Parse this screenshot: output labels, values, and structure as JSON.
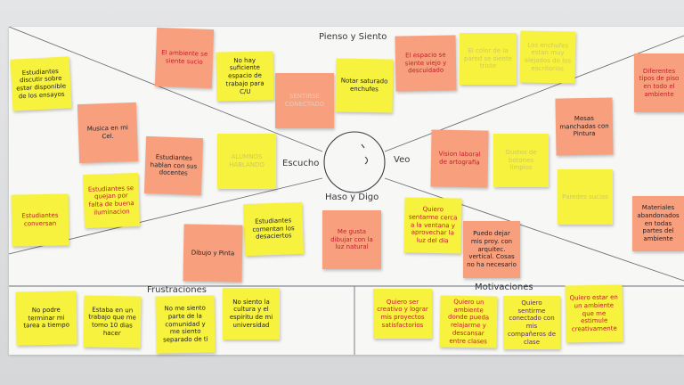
{
  "board": {
    "labels": {
      "top": "Pienso y Siento",
      "left": "Escucho",
      "right": "Veo",
      "bottom": "Haso y Digo",
      "frustrations": "Frustraciones",
      "motivations": "Motivaciones"
    },
    "colors": {
      "yellow_note": "#f7f23e",
      "orange_note": "#f8a07e",
      "board": "#f7f7f5"
    }
  },
  "notes": [
    {
      "text": "Estudiantes discutir sobre estar disponible de los ensayos",
      "color": "yellow",
      "ink": "blk"
    },
    {
      "text": "El ambiente se siente sucio",
      "color": "orange",
      "ink": "red"
    },
    {
      "text": "No hay suficiente espacio de trabajo para C/U",
      "color": "yellow",
      "ink": "blk"
    },
    {
      "text": "SENTIRSE CONECTADO",
      "color": "orange",
      "ink": "pale"
    },
    {
      "text": "Notar saturado enchufes",
      "color": "yellow",
      "ink": "blk"
    },
    {
      "text": "El espacio se siente viejo y descuidado",
      "color": "orange",
      "ink": "red"
    },
    {
      "text": "El color de la pared se siente triste",
      "color": "yellow",
      "ink": "paleg"
    },
    {
      "text": "Los enchufes estan muy alejados de los escritorios",
      "color": "yellow",
      "ink": "paleg"
    },
    {
      "text": "Diferentes tipos de piso en todo el ambiente",
      "color": "orange",
      "ink": "red"
    },
    {
      "text": "Musica en mi Cel.",
      "color": "orange",
      "ink": "blk"
    },
    {
      "text": "Estudiantes hablan con sus docentes",
      "color": "orange",
      "ink": "blk"
    },
    {
      "text": "ALUMNOS HABLANDO",
      "color": "yellow",
      "ink": "paleg"
    },
    {
      "text": "Vision laboral de artografia",
      "color": "orange",
      "ink": "red"
    },
    {
      "text": "Gustos de botones limpios",
      "color": "yellow",
      "ink": "paleg"
    },
    {
      "text": "Mesas manchadas con Pintura",
      "color": "orange",
      "ink": "blk"
    },
    {
      "text": "Estudiantes se quejan por falta de buena iluminacion",
      "color": "yellow",
      "ink": "red"
    },
    {
      "text": "Paredes sucias",
      "color": "yellow",
      "ink": "paleg"
    },
    {
      "text": "Estudiantes conversan",
      "color": "yellow",
      "ink": "red"
    },
    {
      "text": "Estudiantes comentan los desaciertos",
      "color": "yellow",
      "ink": "blk"
    },
    {
      "text": "Dibujo y Pinta",
      "color": "orange",
      "ink": "blk"
    },
    {
      "text": "Me gusta dibujar con la luz natural",
      "color": "orange",
      "ink": "red"
    },
    {
      "text": "Quiero sentarme cerca a la ventana y aprovechar la luz del dia",
      "color": "yellow",
      "ink": "red"
    },
    {
      "text": "Puedo dejar mis proy. con arquitec. vertical. Cosas no ha necesario",
      "color": "orange",
      "ink": "blk"
    },
    {
      "text": "Materiales abandonados en todas partes del ambiente",
      "color": "orange",
      "ink": "blk"
    },
    {
      "text": "No podre terminar mi tarea a tiempo",
      "color": "yellow",
      "ink": "blk"
    },
    {
      "text": "Estaba en un trabajo que me tomo 10 dias hacer",
      "color": "yellow",
      "ink": "blk"
    },
    {
      "text": "No me siento parte de la comunidad y me siento separado de ti",
      "color": "yellow",
      "ink": "blk"
    },
    {
      "text": "No siento la cultura y el espiritu de mi universidad",
      "color": "yellow",
      "ink": "blk"
    },
    {
      "text": "Quiero ser creativo y lograr mis proyectos satisfactorios",
      "color": "yellow",
      "ink": "red"
    },
    {
      "text": "Quiero un ambiente donde pueda relajarme y descansar entre clases",
      "color": "yellow",
      "ink": "red"
    },
    {
      "text": "Quiero sentirme conectado con mis compañeros de clase",
      "color": "yellow",
      "ink": "pur"
    },
    {
      "text": "Quiero estar en un ambiente que me estimule creativamente",
      "color": "yellow",
      "ink": "red"
    }
  ]
}
